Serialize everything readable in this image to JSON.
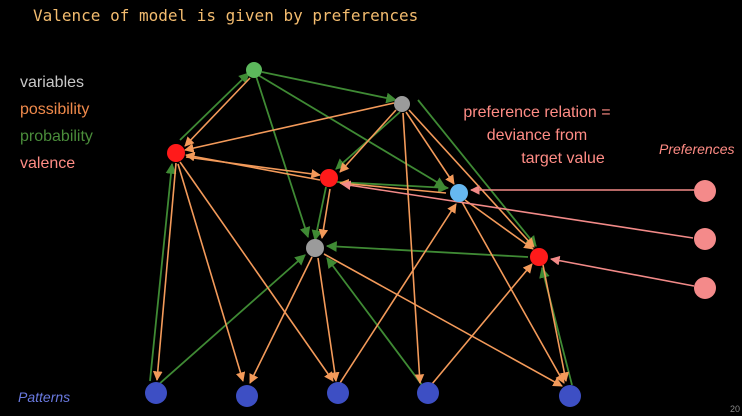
{
  "slide": {
    "title": "Valence of model is given by preferences",
    "legend": [
      {
        "label": "variables",
        "color": "#c8c8c8"
      },
      {
        "label": "possibility",
        "color": "#f08a4b"
      },
      {
        "label": "probability",
        "color": "#4a8c3a"
      },
      {
        "label": "valence",
        "color": "#ff8c85"
      }
    ],
    "preference_text": [
      "preference relation =",
      "deviance from",
      "target value"
    ],
    "preferences_label": "Preferences",
    "patterns_label": "Patterns",
    "page_number": "20",
    "colors": {
      "background": "#000000",
      "title": "#f3bc6f",
      "possibility_edge": "#f39a5a",
      "probability_edge": "#3f8a34",
      "valence_edge": "#f28a88",
      "node_green": "#5cb85c",
      "node_gray": "#9b9b9b",
      "node_red": "#ff1a1a",
      "node_lightblue": "#66b8f0",
      "node_pink": "#f48a8a",
      "node_blue": "#3d4fc4"
    }
  }
}
